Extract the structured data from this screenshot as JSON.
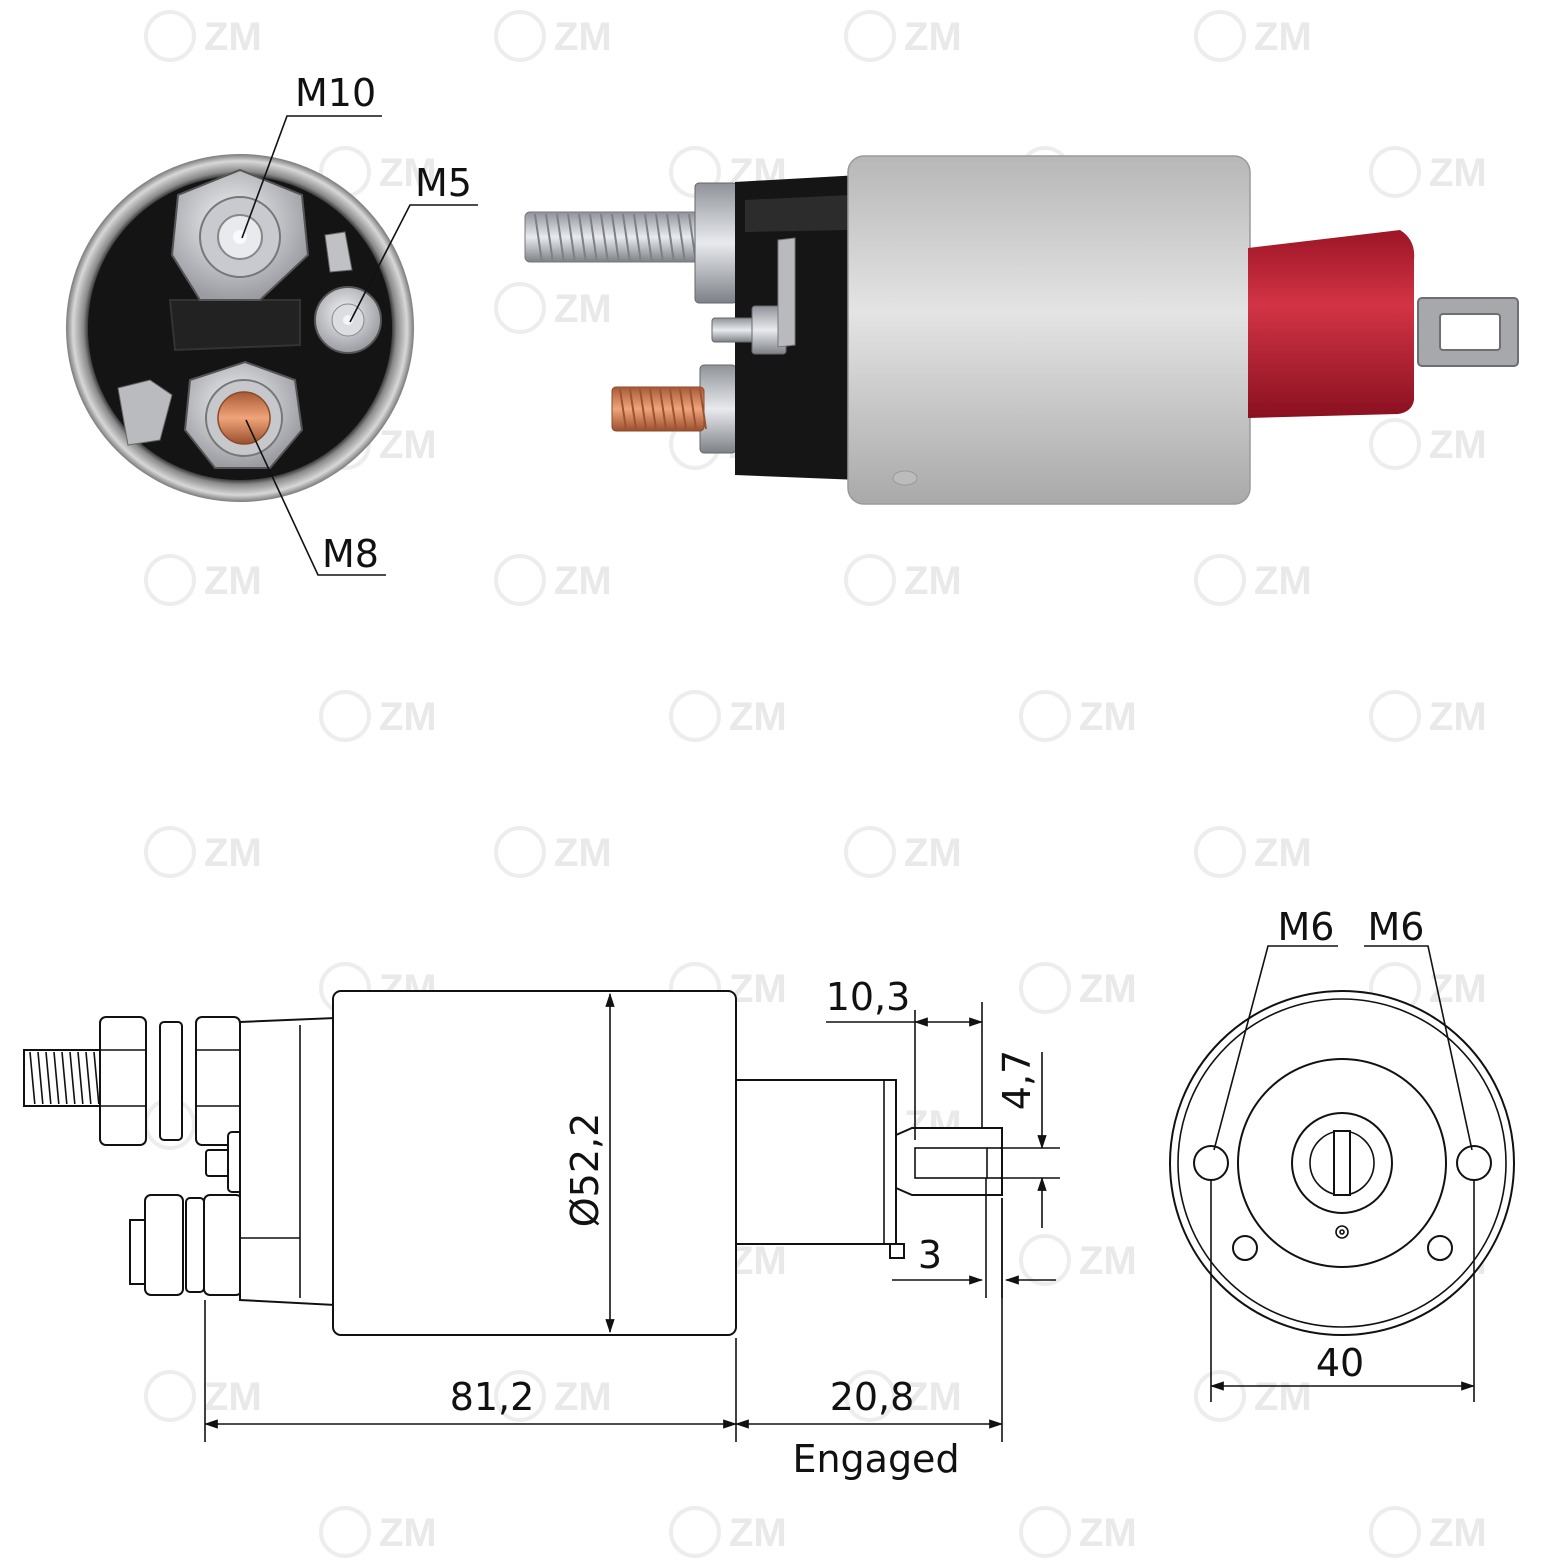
{
  "watermark": {
    "text": "ZM"
  },
  "photo_end_view": {
    "labels": {
      "top_terminal": "M10",
      "small_terminal": "M5",
      "copper_terminal": "M8"
    }
  },
  "drawing_side_view": {
    "diameter": "Ø52,2",
    "length_body": "81,2",
    "length_engaged": "20,8",
    "engaged_label": "Engaged",
    "plunger_offset": "10,3",
    "slot_width": "4,7",
    "slot_gap": "3"
  },
  "drawing_flange_view": {
    "hole_left": "M6",
    "hole_right": "M6",
    "hole_spacing": "40"
  },
  "colors": {
    "housing": "#c9c9c9",
    "cap_red": "#c8283a",
    "copper": "#d4825a",
    "black_cap": "#1a1a1a"
  }
}
